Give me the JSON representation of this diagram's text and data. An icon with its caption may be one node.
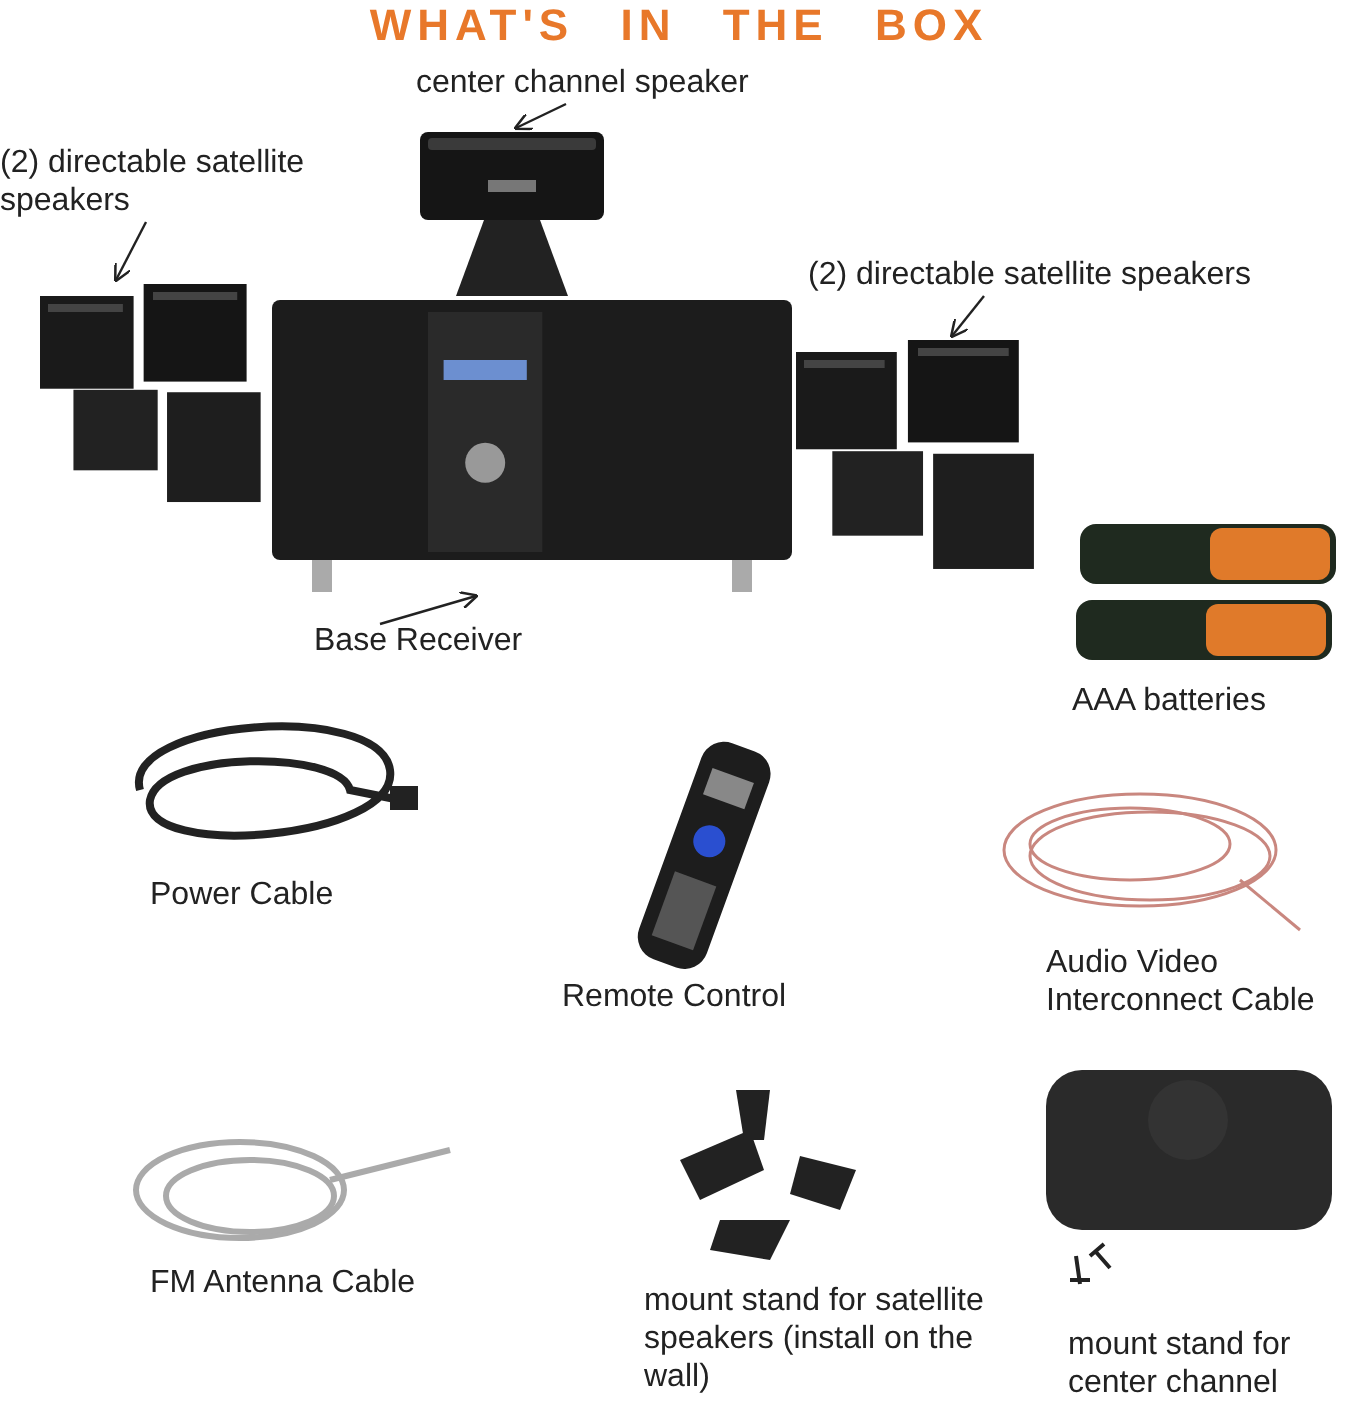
{
  "diagram": {
    "title": "WHAT'S IN THE BOX",
    "nodes": [
      {
        "text": [
          "center channel speaker"
        ]
      },
      {
        "text": [],
        "shape": "picture"
      },
      {
        "text": [
          "(2) directable satellite speakers"
        ]
      },
      {
        "text": [],
        "shape": "picture"
      },
      {
        "text": [
          "(2) directable satellite speakers"
        ]
      },
      {
        "text": [],
        "shape": "picture"
      },
      {
        "text": [],
        "shape": "picture"
      },
      {
        "text": [
          "Base Receiver"
        ]
      }
    ],
    "edges": [
      {
        "from": 0,
        "to": 1,
        "arrow": "to"
      },
      {
        "from": 2,
        "to": 3,
        "arrow": "to"
      },
      {
        "from": 4,
        "to": 5,
        "arrow": "to"
      },
      {
        "from": 7,
        "to": 6,
        "arrow": "to"
      }
    ],
    "labels": [
      "AAA batteries",
      "Power Cable",
      "Audio Video Interconnect Cable",
      "Remote Control",
      "FM Antenna Cable",
      "mount stand for satellite speakers (install on the wall)",
      "mount stand for center channel"
    ]
  }
}
